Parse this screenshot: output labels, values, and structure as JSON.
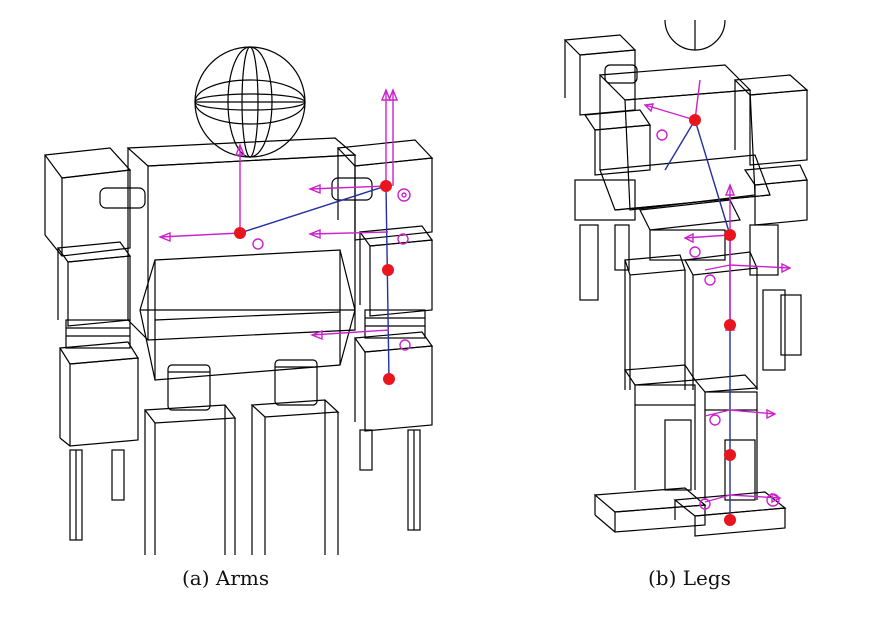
{
  "figure": {
    "panels": [
      {
        "id": "a",
        "caption": "(a) Arms"
      },
      {
        "id": "b",
        "caption": "(b) Legs"
      }
    ]
  },
  "colors": {
    "wireframe": "#000000",
    "joint": "#e8141e",
    "axis": "#cc22cc",
    "link": "#2230a0"
  }
}
